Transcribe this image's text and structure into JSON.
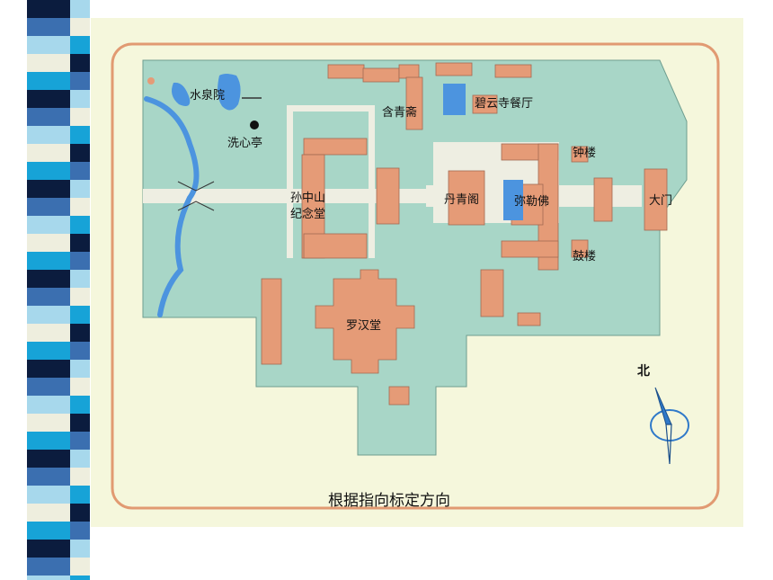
{
  "slide": {
    "stripe_colors": [
      "#0b1c3e",
      "#3b6fb0",
      "#a7d8ec",
      "#eeeede",
      "#17a3d7"
    ]
  },
  "map": {
    "colors": {
      "background": "#f5f7dc",
      "frame": "#e19a72",
      "grounds": "#a8d6c7",
      "building": "#e59b77",
      "water": "#4c94df",
      "path": "#eeeee2"
    },
    "labels": {
      "shuiquanyuan": "水泉院",
      "xixinting": "洗心亭",
      "hanqingzhai": "含青斋",
      "biyunsi_canting": "碧云寺餐厅",
      "zhonglou": "钟楼",
      "gulou": "鼓楼",
      "damen": "大门",
      "mile": "弥勒佛",
      "danqingge": "丹青阁",
      "sunzhongshan_line1": "孙中山",
      "sunzhongshan_line2": "纪念堂",
      "luohantang": "罗汉堂"
    },
    "compass_label": "北",
    "caption": "根据指向标定方向"
  }
}
